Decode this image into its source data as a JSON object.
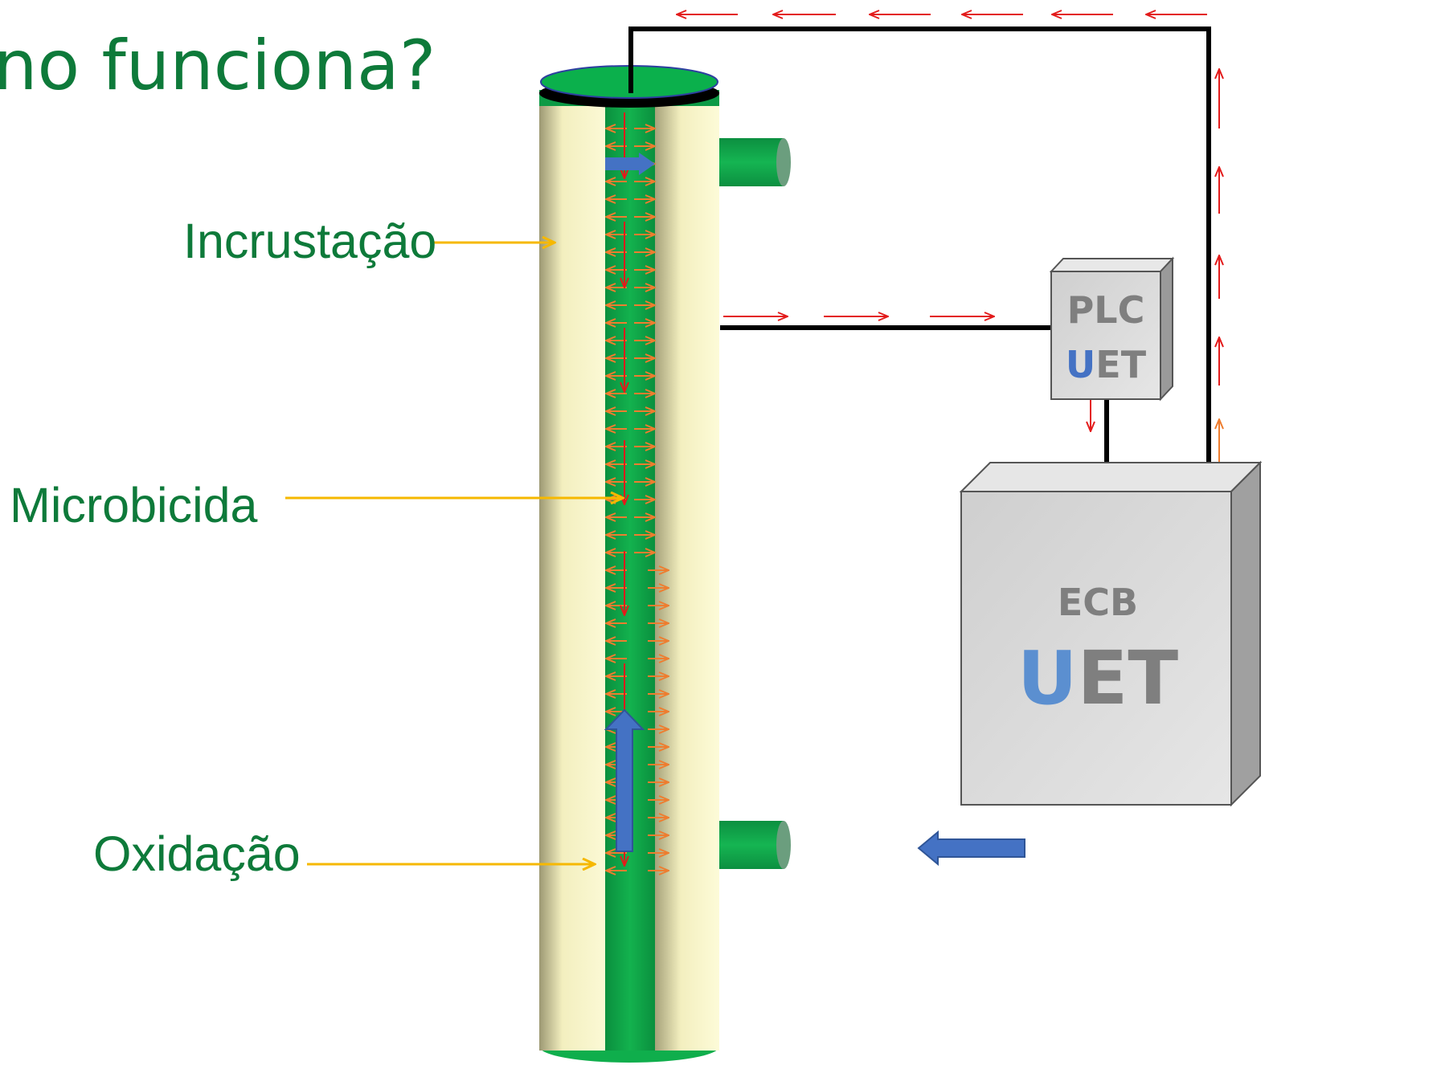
{
  "title": "no funciona?",
  "labels": {
    "incrustacao": "Incrustação",
    "microbicida": "Microbicida",
    "oxidacao": "Oxidação"
  },
  "plc": {
    "line1": "PLC",
    "u": "U",
    "et": "ET"
  },
  "ecb": {
    "line1": "ECB",
    "u": "U",
    "et": "ET"
  },
  "colors": {
    "title_green": "#0e7a3a",
    "label_green": "#0e7a3a",
    "pipe_green": "#00a651",
    "deposit": "#f3efbf",
    "arrow_red": "#e31b1b",
    "arrow_orange": "#ee7d2f",
    "arrow_blue": "#4472c4",
    "pointer_yellow": "#f6b800",
    "box_grey": "#d9d9d9",
    "box_text_grey": "#7f7f7f",
    "u_blue": "#5b8fd0"
  }
}
